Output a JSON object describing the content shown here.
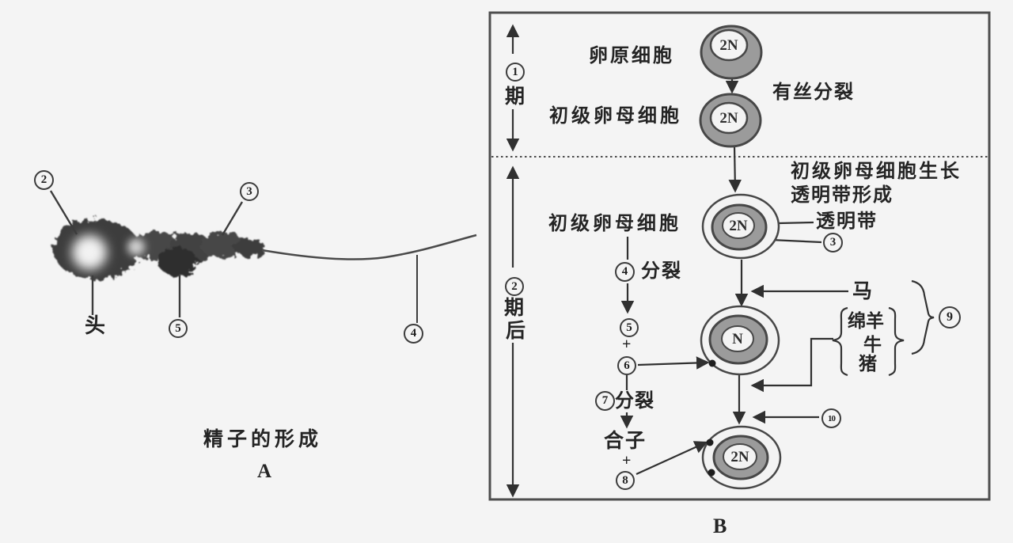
{
  "figure": {
    "panel_a": {
      "caption": "精子的形成",
      "letter": "A",
      "head_label": "头",
      "callouts": {
        "c2": "2",
        "c3": "3",
        "c4": "4",
        "c5": "5"
      }
    },
    "panel_b": {
      "letter": "B",
      "stage1": {
        "num": "1",
        "char1": "期"
      },
      "stage2": {
        "num": "2",
        "char1": "期",
        "char2": "后"
      },
      "oogonium_label": "卵原细胞",
      "mitosis_label": "有丝分裂",
      "primary_oocyte_label1": "初级卵母细胞",
      "growth_line1": "初级卵母细胞生长",
      "growth_line2": "透明带形成",
      "zona_label": "透明带",
      "primary_oocyte_label2": "初级卵母细胞",
      "division4_label": "分裂",
      "division7_label": "分裂",
      "zygote_label": "合子",
      "plus": "+",
      "horse_label": "马",
      "animals": [
        "绵羊",
        "牛",
        "猪"
      ],
      "callouts": {
        "c3": "3",
        "c4": "4",
        "c5": "5",
        "c6": "6",
        "c7": "7",
        "c8": "8",
        "c9": "9",
        "c10": "10"
      },
      "cells": {
        "cell1": "2N",
        "cell2": "2N",
        "cell3": "2N",
        "cell4": "N",
        "cell5": "2N"
      }
    }
  }
}
